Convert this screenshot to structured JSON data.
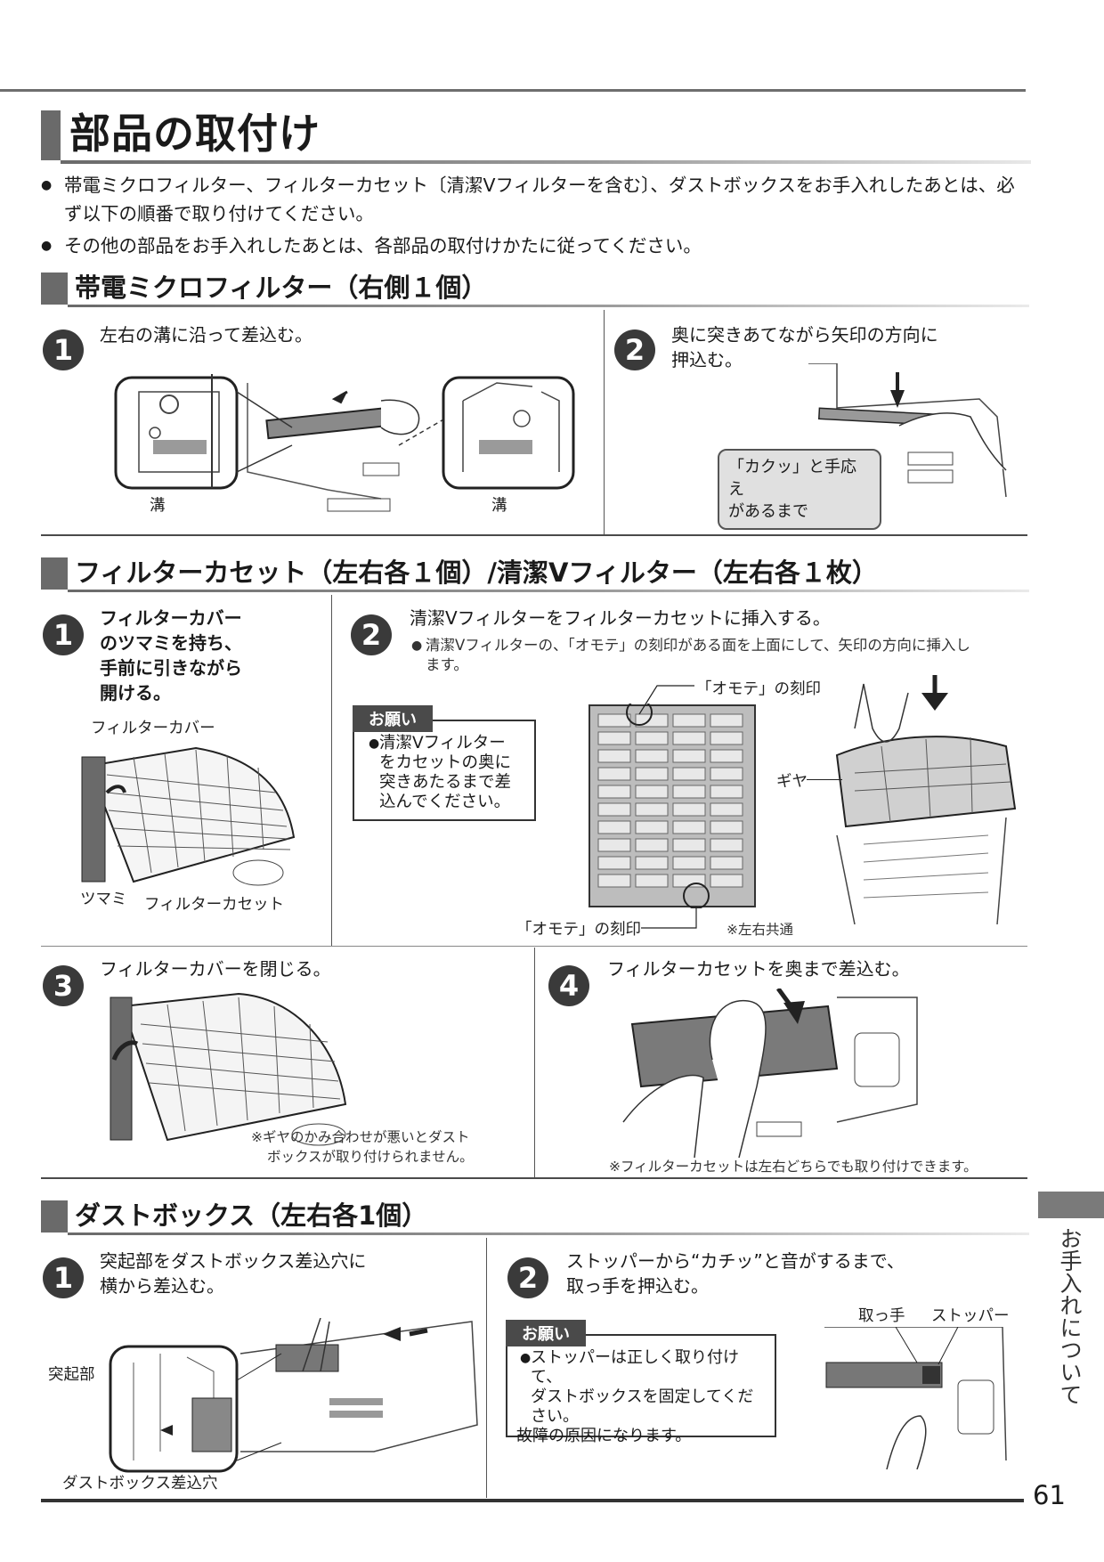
{
  "title": "部品の取付け",
  "intro": [
    "帯電ミクロフィルター、フィルターカセット〔清潔Vフィルターを含む〕、ダストボックスをお手入れしたあとは、必ず以下の順番で取り付けてください。",
    "その他の部品をお手入れしたあとは、各部品の取付けかたに従ってください。"
  ],
  "section1": {
    "heading": "帯電ミクロフィルター（右側１個）",
    "step1": {
      "num": "1",
      "text": "左右の溝に沿って差込む。",
      "label_left": "溝",
      "label_right": "溝"
    },
    "step2": {
      "num": "2",
      "text_line1": "奥に突きあてながら矢印の方向に",
      "text_line2": "押込む。",
      "callout_line1": "「カクッ」と手応え",
      "callout_line2": "があるまで"
    }
  },
  "section2": {
    "heading": "フィルターカセット（左右各１個）/清潔Vフィルター（左右各１枚）",
    "step1": {
      "num": "1",
      "lines": [
        "フィルターカバー",
        "のツマミを持ち、",
        "手前に引きながら",
        "開ける。"
      ],
      "label_cover": "フィルターカバー",
      "label_knob": "ツマミ",
      "label_cassette": "フィルターカセット"
    },
    "step2": {
      "num": "2",
      "text": "清潔Vフィルターをフィルターカセットに挿入する。",
      "note_line1": "清潔Vフィルターの、「オモテ」の刻印がある面を上面にして、矢印の方向に挿入し",
      "note_line2": "ます。",
      "onegai_title": "お願い",
      "onegai_lines": [
        "清潔Vフィルター",
        "をカセットの奥に",
        "突きあたるまで差",
        "込んでください。"
      ],
      "label_omote_top": "「オモテ」の刻印",
      "label_omote_bottom": "「オモテ」の刻印",
      "label_common": "※左右共通",
      "label_gear": "ギヤ"
    },
    "step3": {
      "num": "3",
      "text": "フィルターカバーを閉じる。",
      "note_line1": "※ギヤのかみ合わせが悪いとダスト",
      "note_line2": "ボックスが取り付けられません。"
    },
    "step4": {
      "num": "4",
      "text": "フィルターカセットを奥まで差込む。",
      "note": "※フィルターカセットは左右どちらでも取り付けできます。"
    }
  },
  "section3": {
    "heading": "ダストボックス（左右各1個）",
    "step1": {
      "num": "1",
      "text_line1": "突起部をダストボックス差込穴に",
      "text_line2": "横から差込む。",
      "label_protrusion": "突起部",
      "label_hole": "ダストボックス差込穴"
    },
    "step2": {
      "num": "2",
      "text_line1": "ストッパーから“カチッ”と音がするまで、",
      "text_line2": "取っ手を押込む。",
      "onegai_title": "お願い",
      "onegai_lines": [
        "ストッパーは正しく取り付けて、",
        "ダストボックスを固定してくだ",
        "さい。",
        "故障の原因になります。"
      ],
      "label_handle": "取っ手",
      "label_stopper": "ストッパー"
    }
  },
  "side_tab": "お手入れについて",
  "page_number": "61"
}
